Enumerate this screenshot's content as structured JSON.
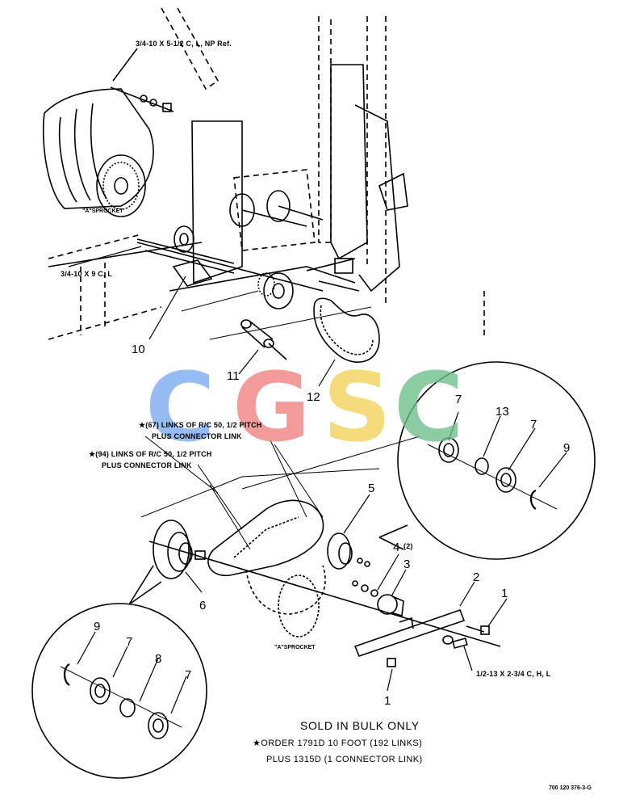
{
  "labels": {
    "bolt_ref": "3/4-10 X 5-1/2 C, L, NP Ref.",
    "sprocket_a_top": "\"A\"SPROCKET",
    "bolt_9c": "3/4-10 X 9 C, L",
    "bolt_bottom": "1/2-13 X 2-3/4 C, H, L",
    "sprocket_a_bottom": "\"A\"SPROCKET",
    "links_67_line1": "(67) LINKS OF R/C 50, 1/2 PITCH",
    "links_67_line2": "PLUS CONNECTOR LINK",
    "links_94_line1": "(94) LINKS OF R/C 50, 1/2 PITCH",
    "links_94_line2": "PLUS CONNECTOR LINK",
    "star": "★"
  },
  "callouts": {
    "c10": "10",
    "c11": "11",
    "c12": "12",
    "c7a": "7",
    "c13": "13",
    "c7b": "7",
    "c9a": "9",
    "c5": "5",
    "c4": "4",
    "c4qty": "(2)",
    "c3": "3",
    "c2": "2",
    "c1a": "1",
    "c6": "6",
    "c1b": "1",
    "c9b": "9",
    "c7c": "7",
    "c8": "8",
    "c7d": "7"
  },
  "notes": {
    "sold": "SOLD IN BULK ONLY",
    "order": "★ORDER 1791D 10 FOOT (192 LINKS)",
    "plus": "PLUS 1315D (1 CONNECTOR LINK)",
    "code": "700 120 376-3-G"
  },
  "watermark": {
    "letters": [
      "C",
      "G",
      "S",
      "C"
    ],
    "colors": [
      "#7aaaf0",
      "#f08080",
      "#f3d257",
      "#6cbe8a"
    ]
  }
}
